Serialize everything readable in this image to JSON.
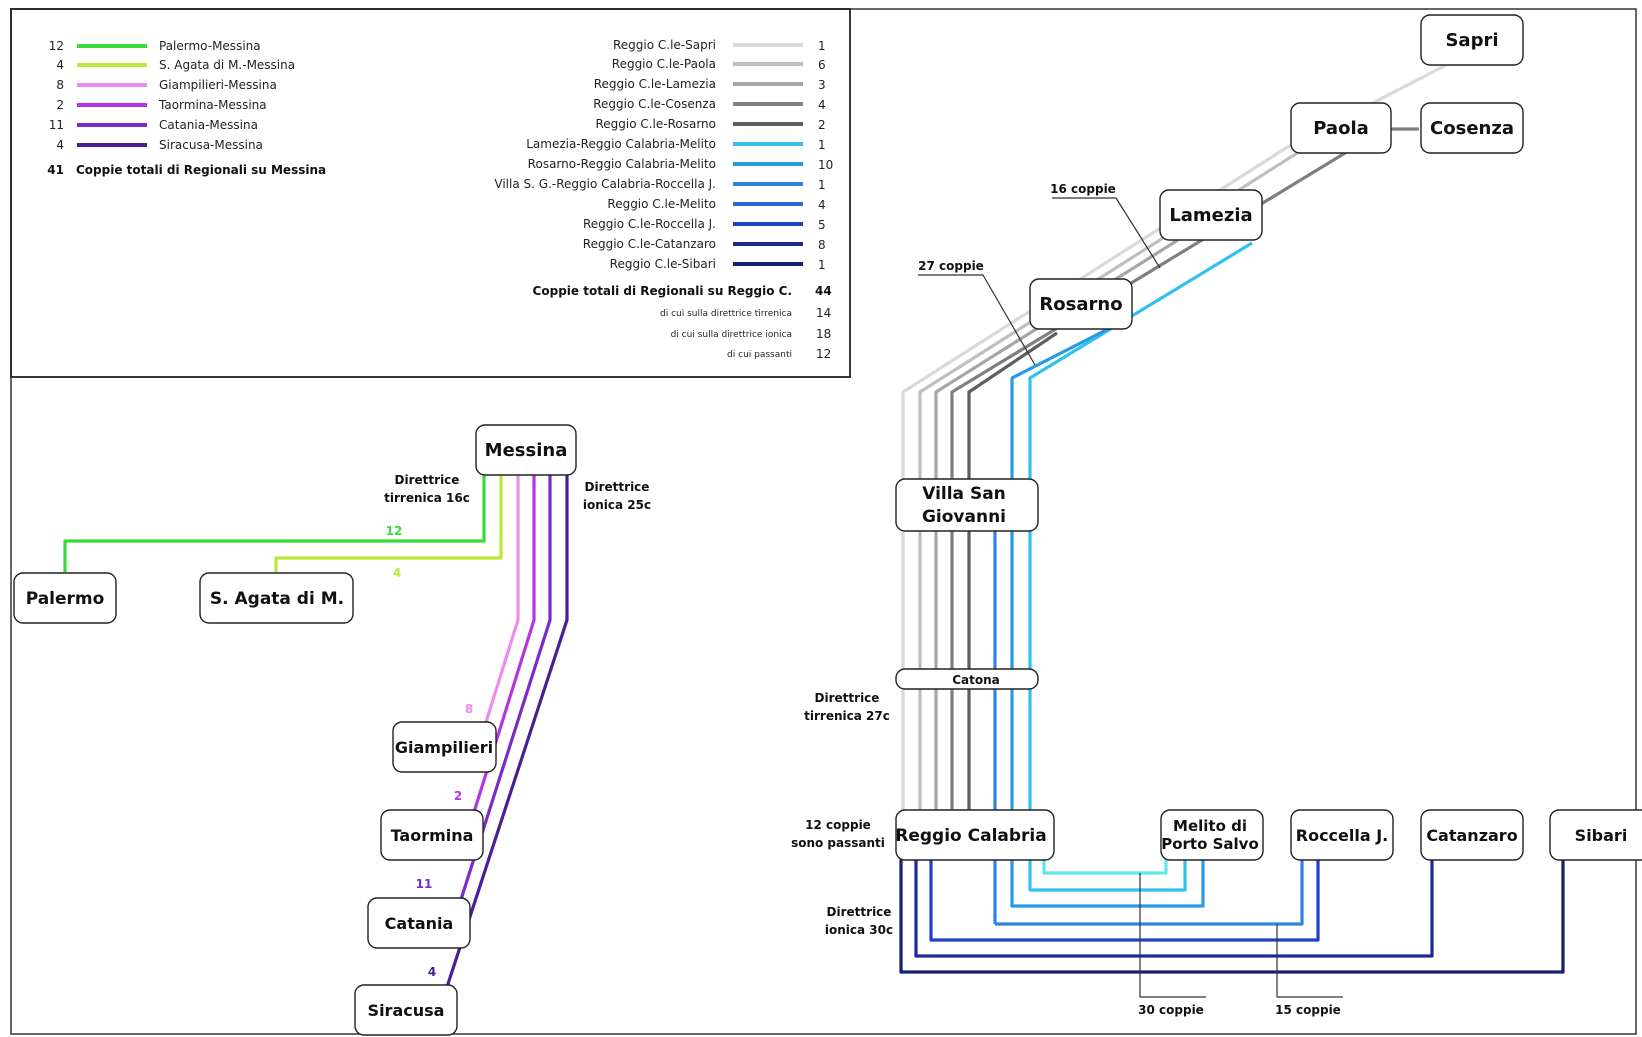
{
  "colors": {
    "palermo": "#37dd37",
    "sagata": "#b9ea35",
    "giampilieri": "#ee8cee",
    "taormina": "#b536e0",
    "catania": "#7d2bc8",
    "siracusa": "#4a1f96",
    "sapri": "#d9d9d9",
    "paola": "#bfbfbf",
    "lamezia": "#a6a6a6",
    "cosenza": "#7f7f7f",
    "rosarno": "#5e5e5e",
    "lamezia_melito": "#2fc2ec",
    "rosarno_melito": "#279ae6",
    "villa_roccella": "#2d82e2",
    "rc_melito": "#2a6bd9",
    "rc_roccella": "#1f3fcc",
    "rc_catanzaro": "#1c2a96",
    "rc_sibari": "#14206e",
    "melito_extra": "#5fe6ec"
  },
  "legend_messina": {
    "items": [
      {
        "count": "12",
        "label": "Palermo-Messina"
      },
      {
        "count": "4",
        "label": "S. Agata di M.-Messina"
      },
      {
        "count": "8",
        "label": "Giampilieri-Messina"
      },
      {
        "count": "2",
        "label": "Taormina-Messina"
      },
      {
        "count": "11",
        "label": "Catania-Messina"
      },
      {
        "count": "4",
        "label": "Siracusa-Messina"
      }
    ],
    "total_count": "41",
    "total_label": "Coppie totali di Regionali su Messina"
  },
  "legend_reggio": {
    "items": [
      {
        "count": "1",
        "label": "Reggio C.le-Sapri"
      },
      {
        "count": "6",
        "label": "Reggio C.le-Paola"
      },
      {
        "count": "3",
        "label": "Reggio C.le-Lamezia"
      },
      {
        "count": "4",
        "label": "Reggio C.le-Cosenza"
      },
      {
        "count": "2",
        "label": "Reggio C.le-Rosarno"
      },
      {
        "count": "1",
        "label": "Lamezia-Reggio Calabria-Melito"
      },
      {
        "count": "10",
        "label": "Rosarno-Reggio Calabria-Melito"
      },
      {
        "count": "1",
        "label": "Villa S. G.-Reggio Calabria-Roccella J."
      },
      {
        "count": "4",
        "label": "Reggio C.le-Melito"
      },
      {
        "count": "5",
        "label": "Reggio C.le-Roccella J."
      },
      {
        "count": "8",
        "label": "Reggio C.le-Catanzaro"
      },
      {
        "count": "1",
        "label": "Reggio C.le-Sibari"
      }
    ],
    "total_label": "Coppie totali di Regionali su Reggio C.",
    "total_count": "44",
    "sub": [
      {
        "label": "di cui sulla direttrice tirrenica",
        "count": "14"
      },
      {
        "label": "di cui sulla direttrice ionica",
        "count": "18"
      },
      {
        "label": "di cui passanti",
        "count": "12"
      }
    ]
  },
  "stations": {
    "messina": "Messina",
    "palermo": "Palermo",
    "sagata": "S. Agata di M.",
    "giampilieri": "Giampilieri",
    "taormina": "Taormina",
    "catania": "Catania",
    "siracusa": "Siracusa",
    "sapri": "Sapri",
    "paola": "Paola",
    "cosenza": "Cosenza",
    "lamezia": "Lamezia",
    "rosarno": "Rosarno",
    "villa_line1": "Villa San",
    "villa_line2": "Giovanni",
    "catona": "Catona",
    "reggio": "Reggio Calabria",
    "melito_line1": "Melito di",
    "melito_line2": "Porto Salvo",
    "roccella": "Roccella J.",
    "catanzaro": "Catanzaro",
    "sibari": "Sibari"
  },
  "annotations": {
    "dir_tirr_16_1": "Direttrice",
    "dir_tirr_16_2": "tirrenica 16c",
    "dir_ion_25_1": "Direttrice",
    "dir_ion_25_2": "ionica 25c",
    "c12": "12",
    "c4a": "4",
    "c8": "8",
    "c2": "2",
    "c11": "11",
    "c4b": "4",
    "coppie16": "16 coppie",
    "coppie27": "27 coppie",
    "dir_tirr_27_1": "Direttrice",
    "dir_tirr_27_2": "tirrenica 27c",
    "passanti_1": "12 coppie",
    "passanti_2": "sono passanti",
    "dir_ion_30_1": "Direttrice",
    "dir_ion_30_2": "ionica 30c",
    "coppie30": "30 coppie",
    "coppie15": "15 coppie"
  }
}
